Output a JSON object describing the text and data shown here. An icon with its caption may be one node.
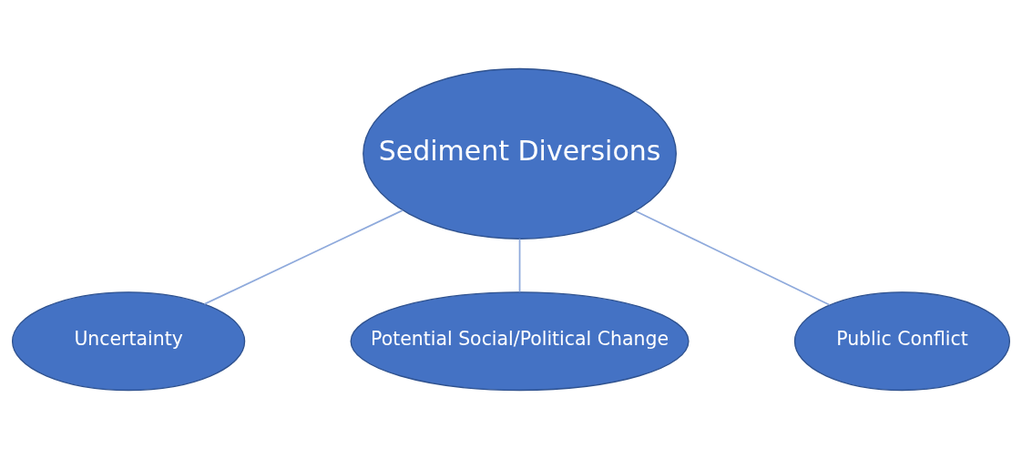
{
  "diagram": {
    "nodes": [
      {
        "text": [
          "Sediment Diversions"
        ]
      },
      {
        "text": [
          "Uncertainty"
        ]
      },
      {
        "text": [
          "Potential Social/Political Change"
        ]
      },
      {
        "text": [
          "Public Conflict"
        ]
      }
    ],
    "edges": [
      {
        "from": 0,
        "to": 1,
        "arrow": "none"
      },
      {
        "from": 0,
        "to": 3,
        "arrow": "none"
      },
      {
        "from": 0,
        "to": 2,
        "arrow": "none"
      }
    ]
  }
}
